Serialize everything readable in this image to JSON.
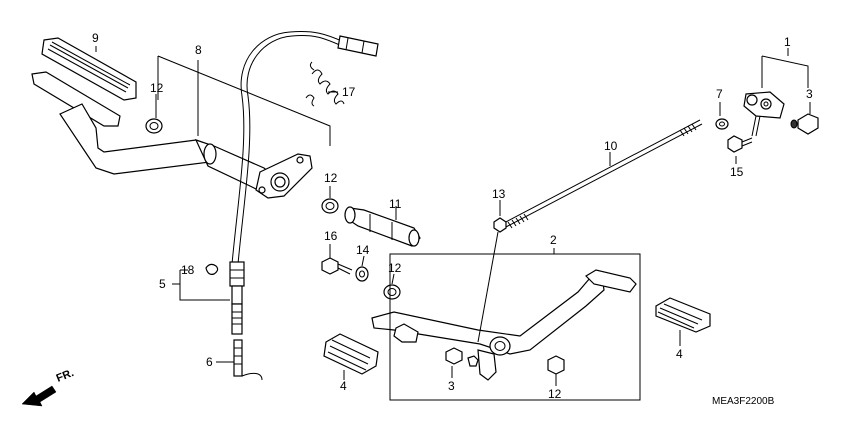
{
  "diagram": {
    "part_code": "MEA3F2200B",
    "direction_label": "FR.",
    "callouts": {
      "c1": "1",
      "c2": "2",
      "c3a": "3",
      "c3b": "3",
      "c4a": "4",
      "c4b": "4",
      "c5": "5",
      "c6": "6",
      "c7": "7",
      "c8": "8",
      "c9": "9",
      "c10": "10",
      "c11": "11",
      "c12a": "12",
      "c12b": "12",
      "c12c": "12",
      "c12d": "12",
      "c13": "13",
      "c14": "14",
      "c15": "15",
      "c16": "16",
      "c17": "17",
      "c18": "18"
    }
  }
}
